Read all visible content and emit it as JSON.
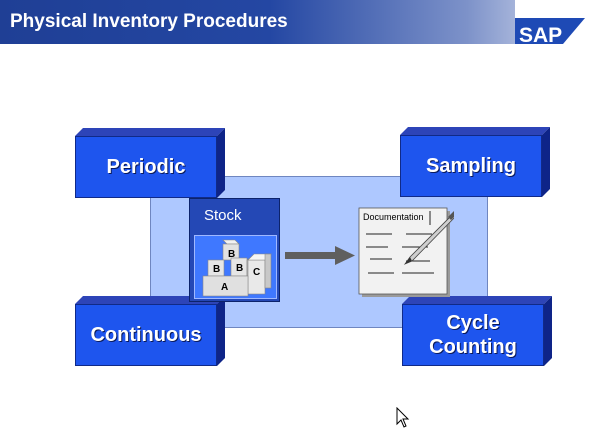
{
  "header": {
    "title": "Physical Inventory Procedures",
    "logo_text": "SAP"
  },
  "boxes": {
    "periodic": "Periodic",
    "sampling": "Sampling",
    "continuous": "Continuous",
    "cycle_counting_line1": "Cycle",
    "cycle_counting_line2": "Counting"
  },
  "stock": {
    "label": "Stock",
    "crate_labels": [
      "B",
      "B",
      "B",
      "C",
      "A"
    ]
  },
  "document": {
    "title": "Documentation"
  },
  "colors": {
    "header_blue": "#1f3f95",
    "box_blue": "#1e55ee",
    "panel_blue": "#aec8ff"
  },
  "icons": [
    "crates-icon",
    "arrow-right-icon",
    "pen-icon",
    "mouse-cursor-icon"
  ]
}
